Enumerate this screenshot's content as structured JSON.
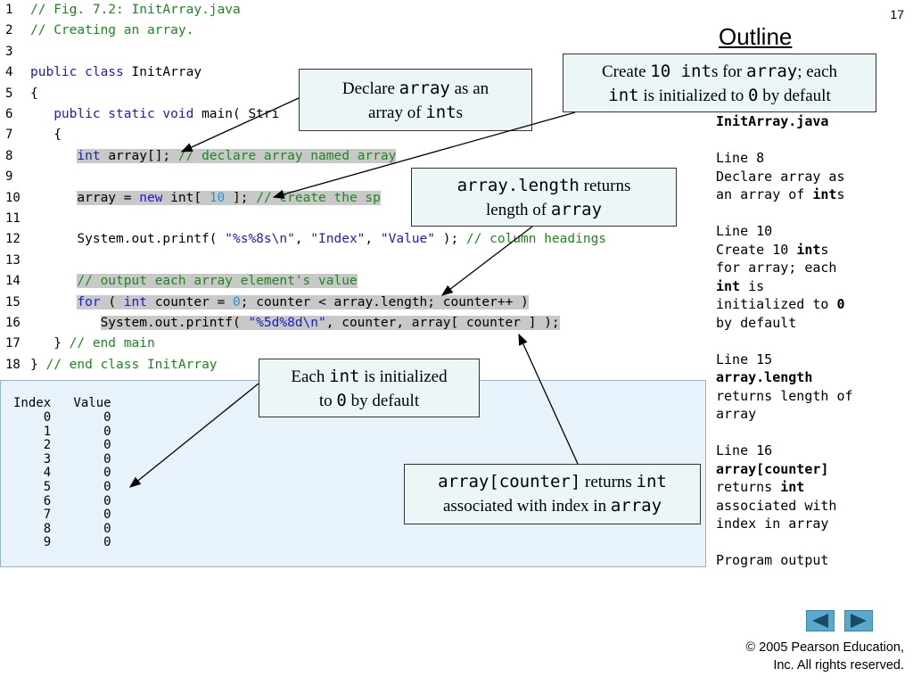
{
  "page_number": "17",
  "outline_title": "Outline",
  "code_lines": [
    {
      "n": "1",
      "segments": [
        {
          "t": "// Fig. 7.2: InitArray.java",
          "c": "cm"
        }
      ]
    },
    {
      "n": "2",
      "segments": [
        {
          "t": "// Creating an array.",
          "c": "cm"
        }
      ]
    },
    {
      "n": "3",
      "segments": []
    },
    {
      "n": "4",
      "segments": [
        {
          "t": "public class ",
          "c": "kw"
        },
        {
          "t": "InitArray",
          "c": ""
        }
      ]
    },
    {
      "n": "5",
      "segments": [
        {
          "t": "{",
          "c": ""
        }
      ]
    },
    {
      "n": "6",
      "segments": [
        {
          "t": "   public static void ",
          "c": "kw"
        },
        {
          "t": "main( Stri",
          "c": ""
        }
      ]
    },
    {
      "n": "7",
      "segments": [
        {
          "t": "   {",
          "c": ""
        }
      ]
    },
    {
      "n": "8",
      "segments": [
        {
          "t": "      ",
          "c": ""
        },
        {
          "t": "int",
          "c": "kw hl"
        },
        {
          "t": " array[]; ",
          "c": "hl"
        },
        {
          "t": "// declare array named array",
          "c": "cm hl"
        }
      ]
    },
    {
      "n": "9",
      "segments": []
    },
    {
      "n": "10",
      "segments": [
        {
          "t": "      ",
          "c": ""
        },
        {
          "t": "array = ",
          "c": "hl"
        },
        {
          "t": "new",
          "c": "kw hl"
        },
        {
          "t": " int[ ",
          "c": "hl"
        },
        {
          "t": "10",
          "c": "num hl"
        },
        {
          "t": " ]; ",
          "c": "hl"
        },
        {
          "t": "// create the sp",
          "c": "cm hl"
        }
      ]
    },
    {
      "n": "11",
      "segments": []
    },
    {
      "n": "12",
      "segments": [
        {
          "t": "      System.out.printf( ",
          "c": ""
        },
        {
          "t": "\"%s%8s\\n\"",
          "c": "st"
        },
        {
          "t": ", ",
          "c": ""
        },
        {
          "t": "\"Index\"",
          "c": "st"
        },
        {
          "t": ", ",
          "c": ""
        },
        {
          "t": "\"Value\"",
          "c": "st"
        },
        {
          "t": " ); ",
          "c": ""
        },
        {
          "t": "// column headings",
          "c": "cm"
        }
      ]
    },
    {
      "n": "13",
      "segments": []
    },
    {
      "n": "14",
      "segments": [
        {
          "t": "      ",
          "c": ""
        },
        {
          "t": "// output each array element's value",
          "c": "cm hl"
        }
      ]
    },
    {
      "n": "15",
      "segments": [
        {
          "t": "      ",
          "c": ""
        },
        {
          "t": "for",
          "c": "kw hl"
        },
        {
          "t": " ( ",
          "c": "hl"
        },
        {
          "t": "int",
          "c": "kw hl"
        },
        {
          "t": " counter = ",
          "c": "hl"
        },
        {
          "t": "0",
          "c": "num hl"
        },
        {
          "t": "; counter < array.length; counter++ )",
          "c": "hl"
        }
      ]
    },
    {
      "n": "16",
      "segments": [
        {
          "t": "         ",
          "c": ""
        },
        {
          "t": "System.out.printf( ",
          "c": "hl"
        },
        {
          "t": "\"%5d%8d\\n\"",
          "c": "st hl"
        },
        {
          "t": ", counter, array[ counter ] );",
          "c": "hl"
        }
      ]
    },
    {
      "n": "17",
      "segments": [
        {
          "t": "   } ",
          "c": ""
        },
        {
          "t": "// end main",
          "c": "cm"
        }
      ]
    },
    {
      "n": "18",
      "segments": [
        {
          "t": "} ",
          "c": ""
        },
        {
          "t": "// end class InitArray",
          "c": "cm"
        }
      ]
    }
  ],
  "output": {
    "header": "Index   Value",
    "rows": [
      "    0       0",
      "    1       0",
      "    2       0",
      "    3       0",
      "    4       0",
      "    5       0",
      "    6       0",
      "    7       0",
      "    8       0",
      "    9       0"
    ]
  },
  "callouts": {
    "declare": [
      {
        "t": "Declare ",
        "m": false
      },
      {
        "t": "array",
        "m": true
      },
      {
        "t": " as an",
        "m": false
      },
      {
        "br": true
      },
      {
        "t": "array of ",
        "m": false
      },
      {
        "t": "int",
        "m": true
      },
      {
        "t": "s",
        "m": false
      }
    ],
    "create": [
      {
        "t": "Create ",
        "m": false
      },
      {
        "t": "10 int",
        "m": true
      },
      {
        "t": "s for ",
        "m": false
      },
      {
        "t": "array",
        "m": true
      },
      {
        "t": "; each",
        "m": false
      },
      {
        "br": true
      },
      {
        "t": "int",
        "m": true
      },
      {
        "t": " is initialized to ",
        "m": false
      },
      {
        "t": "0",
        "m": true
      },
      {
        "t": " by default",
        "m": false
      }
    ],
    "length": [
      {
        "t": "array.length",
        "m": true
      },
      {
        "t": " returns",
        "m": false
      },
      {
        "br": true
      },
      {
        "t": "length of ",
        "m": false
      },
      {
        "t": "array",
        "m": true
      }
    ],
    "each": [
      {
        "t": "Each ",
        "m": false
      },
      {
        "t": "int",
        "m": true
      },
      {
        "t": " is initialized",
        "m": false
      },
      {
        "br": true
      },
      {
        "t": "to ",
        "m": false
      },
      {
        "t": "0",
        "m": true
      },
      {
        "t": " by default",
        "m": false
      }
    ],
    "counter": [
      {
        "t": "array[counter]",
        "m": true
      },
      {
        "t": " returns ",
        "m": false
      },
      {
        "t": "int",
        "m": true
      },
      {
        "br": true
      },
      {
        "t": "associated with index in ",
        "m": false
      },
      {
        "t": "array",
        "m": true
      }
    ]
  },
  "notes": [
    {
      "t": "InitArray.java",
      "b": true
    },
    {
      "t": "",
      "b": false
    },
    {
      "t": "Line 8",
      "b": false
    },
    {
      "t": "Declare array as",
      "b": false
    },
    {
      "t": "an array of ",
      "b": false,
      "tail": "int",
      "tail_b": true,
      "tail2": "s"
    },
    {
      "t": "",
      "b": false
    },
    {
      "t": "Line 10",
      "b": false
    },
    {
      "t": "Create 10 ",
      "b": false,
      "tail": "int",
      "tail_b": true,
      "tail2": "s"
    },
    {
      "t": "for array; each",
      "b": false
    },
    {
      "t": "int",
      "b": true,
      "tail": " is",
      "tail_b": false
    },
    {
      "t": "initialized to ",
      "b": false,
      "tail": "0",
      "tail_b": true
    },
    {
      "t": "by default",
      "b": false
    },
    {
      "t": "",
      "b": false
    },
    {
      "t": "Line 15",
      "b": false
    },
    {
      "t": "array.length",
      "b": true
    },
    {
      "t": "returns length of",
      "b": false
    },
    {
      "t": "array",
      "b": false
    },
    {
      "t": "",
      "b": false
    },
    {
      "t": "Line 16",
      "b": false
    },
    {
      "t": "array[counter]",
      "b": true
    },
    {
      "t": "returns ",
      "b": false,
      "tail": "int",
      "tail_b": true
    },
    {
      "t": "associated with",
      "b": false
    },
    {
      "t": "index in array",
      "b": false
    },
    {
      "t": "",
      "b": false
    },
    {
      "t": "Program output",
      "b": false
    }
  ],
  "copyright": [
    "© 2005 Pearson Education,",
    "Inc.  All rights reserved."
  ],
  "nav": {
    "prev_icon": "triangle-left",
    "next_icon": "triangle-right",
    "color": "#5aa8cc"
  }
}
